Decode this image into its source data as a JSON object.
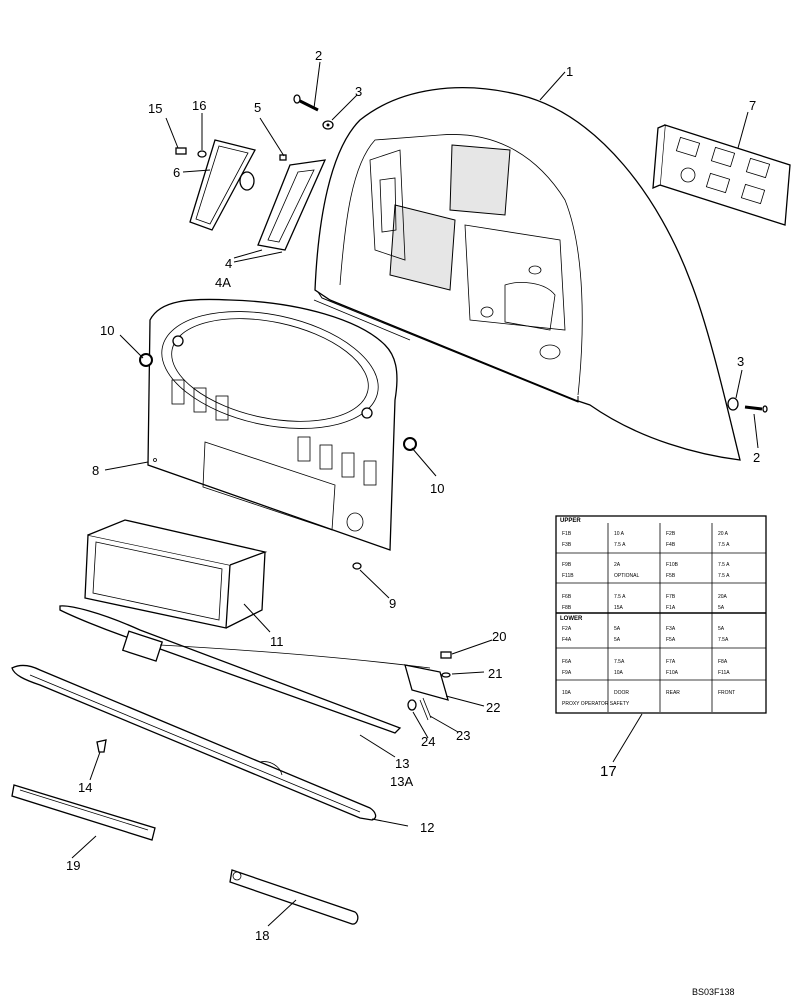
{
  "callouts": [
    "1",
    "2",
    "3",
    "4",
    "4A",
    "5",
    "6",
    "7",
    "8",
    "9",
    "10",
    "11",
    "12",
    "13",
    "13A",
    "14",
    "15",
    "16",
    "17",
    "18",
    "19",
    "20",
    "21",
    "22",
    "23",
    "24"
  ],
  "figure_ref": "BS03F138",
  "fuse_label": {
    "upper": "UPPER",
    "lower": "LOWER",
    "cells": [
      "F1B",
      "10 A",
      "F2B",
      "20 A",
      "F3B",
      "7.5 A",
      "F4B",
      "7.5 A",
      "F9B",
      "2A",
      "F10B",
      "7.5 A",
      "F11B",
      "OPTIONAL",
      "F5B",
      "7.5 A",
      "F6B",
      "7.5 A",
      "F7B",
      "20A",
      "F8B",
      "15A",
      "F1A",
      "5A",
      "F2A",
      "5A",
      "F3A",
      "5A",
      "F4A",
      "5A",
      "F5A",
      "7.5A",
      "F6A",
      "7.5A",
      "F7A",
      "F8A",
      "F9A",
      "10A",
      "F10A",
      "F11A",
      "10A",
      "DOOR",
      "REAR",
      "FRONT",
      "PROXY OPERATOR SAFETY"
    ]
  }
}
